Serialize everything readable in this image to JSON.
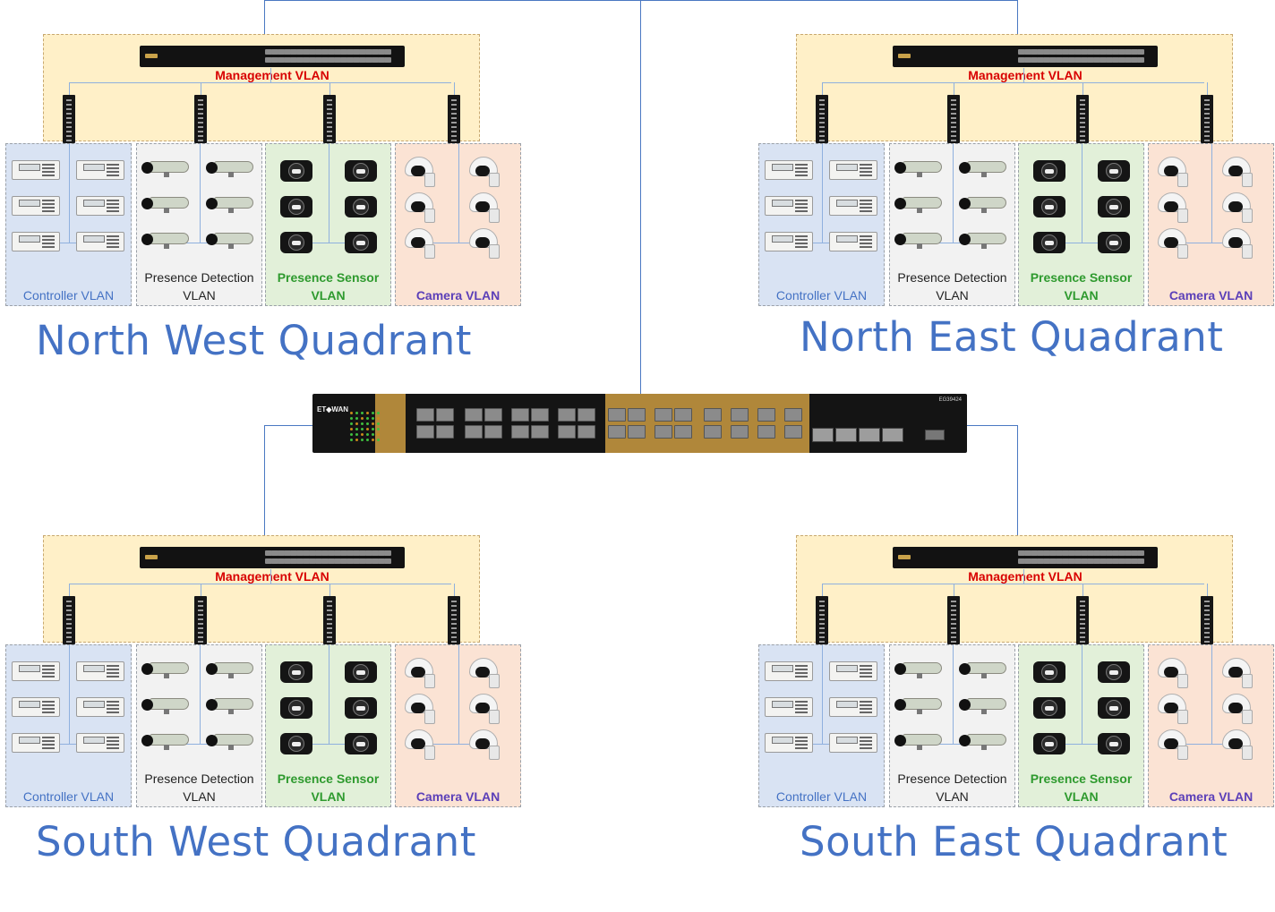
{
  "colors": {
    "management_zone": "#fff0c8",
    "controller_zone": "#d9e3f3",
    "presence_detection_zone": "#f2f2f2",
    "presence_sensor_zone": "#e2f0d9",
    "camera_zone": "#fbe3d4",
    "links": "#4a78c2",
    "title_blue": "#4472c4",
    "management_red": "#d80000",
    "controller_text": "#4472c4",
    "presence_detection_text": "#222222",
    "presence_sensor_text": "#2e9a2e",
    "camera_text": "#5b3fb8"
  },
  "core_switch": {
    "brand": "ET◆WAN",
    "model": "EG39424"
  },
  "quadrants": [
    {
      "title": "North West Quadrant",
      "management_label": "Management VLAN",
      "zones": [
        {
          "label_line1": "Controller VLAN",
          "label_line2": ""
        },
        {
          "label_line1": "Presence Detection",
          "label_line2": "VLAN"
        },
        {
          "label_line1": "Presence Sensor",
          "label_line2": "VLAN"
        },
        {
          "label_line1": "Camera VLAN",
          "label_line2": ""
        }
      ]
    },
    {
      "title": "North East Quadrant",
      "management_label": "Management VLAN",
      "zones": [
        {
          "label_line1": "Controller VLAN",
          "label_line2": ""
        },
        {
          "label_line1": "Presence Detection",
          "label_line2": "VLAN"
        },
        {
          "label_line1": "Presence Sensor",
          "label_line2": "VLAN"
        },
        {
          "label_line1": "Camera VLAN",
          "label_line2": ""
        }
      ]
    },
    {
      "title": "South West Quadrant",
      "management_label": "Management VLAN",
      "zones": [
        {
          "label_line1": "Controller VLAN",
          "label_line2": ""
        },
        {
          "label_line1": "Presence Detection",
          "label_line2": "VLAN"
        },
        {
          "label_line1": "Presence Sensor",
          "label_line2": "VLAN"
        },
        {
          "label_line1": "Camera VLAN",
          "label_line2": ""
        }
      ]
    },
    {
      "title": "South East Quadrant",
      "management_label": "Management VLAN",
      "zones": [
        {
          "label_line1": "Controller VLAN",
          "label_line2": ""
        },
        {
          "label_line1": "Presence Detection",
          "label_line2": "VLAN"
        },
        {
          "label_line1": "Presence Sensor",
          "label_line2": "VLAN"
        },
        {
          "label_line1": "Camera VLAN",
          "label_line2": ""
        }
      ]
    }
  ]
}
